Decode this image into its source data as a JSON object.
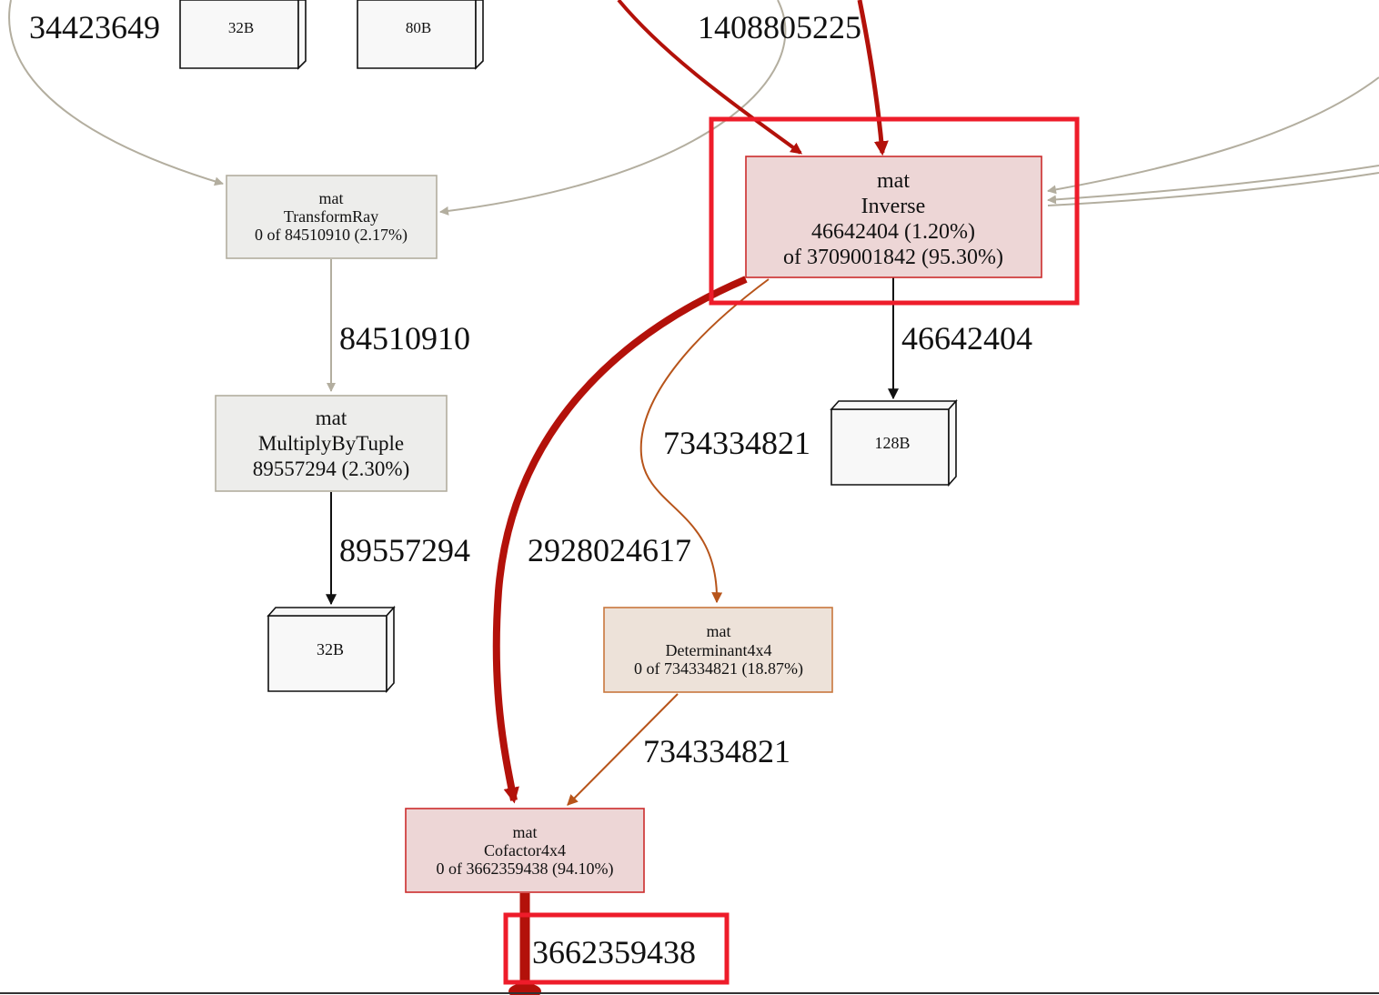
{
  "colors": {
    "gray_edge": "#b3ae9f",
    "red_edge": "#b3110a",
    "orange_edge": "#b7541a",
    "black_edge": "#111111",
    "gray_node_fill": "#ededeb",
    "gray_node_stroke": "#b3ae9f",
    "red_node_fill": "#edd6d6",
    "red_node_stroke": "#cc2c2c",
    "orange_node_fill": "#ede2d9",
    "orange_node_stroke": "#c8773d",
    "highlight": "#ee1c2a"
  },
  "nodes": {
    "transform_ray": {
      "pkg": "mat",
      "name": "TransformRay",
      "stats": "0 of 84510910 (2.17%)"
    },
    "multiply_by_tuple": {
      "pkg": "mat",
      "name": "MultiplyByTuple",
      "stats": "89557294 (2.30%)"
    },
    "inverse": {
      "pkg": "mat",
      "name": "Inverse",
      "flat": "46642404 (1.20%)",
      "cum": "of 3709001842 (95.30%)"
    },
    "determinant": {
      "pkg": "mat",
      "name": "Determinant4x4",
      "stats": "0 of 734334821 (18.87%)"
    },
    "cofactor": {
      "pkg": "mat",
      "name": "Cofactor4x4",
      "stats": "0 of 3662359438 (94.10%)"
    }
  },
  "alloc_boxes": {
    "top_left_32b": "32B",
    "top_80b": "80B",
    "inverse_128b": "128B",
    "tuple_32b": "32B"
  },
  "edge_labels": {
    "top_left": "34423649",
    "top_center": "1408805225",
    "transform_to_multiply": "84510910",
    "inverse_to_128b": "46642404",
    "inverse_to_determinant": "734334821",
    "multiply_to_32b": "89557294",
    "inverse_to_cofactor": "2928024617",
    "determinant_to_cofactor": "734334821",
    "cofactor_out": "3662359438"
  }
}
